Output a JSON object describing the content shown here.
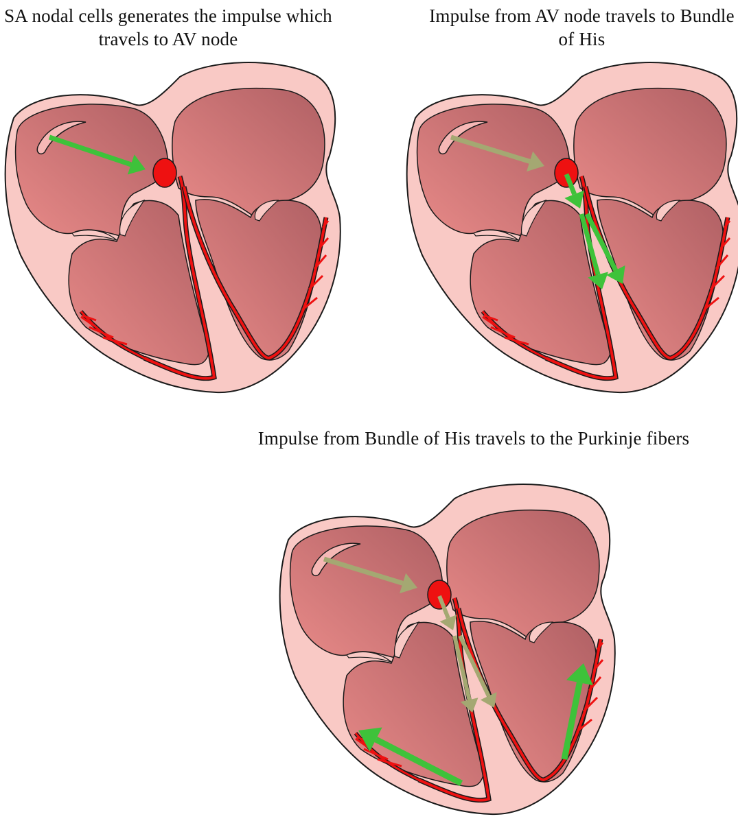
{
  "panels": [
    {
      "caption": "SA nodal cells generates the impulse which travels to AV node",
      "stage": 1
    },
    {
      "caption": "Impulse from AV node travels to Bundle of His",
      "stage": 2
    },
    {
      "caption": "Impulse from Bundle of His travels to the Purkinje fibers",
      "stage": 3
    }
  ],
  "colors": {
    "pericardium": "#f9c9c5",
    "outline": "#1a1a1a",
    "chamber_light": "#e88a88",
    "chamber_dark": "#b06064",
    "conduction": "#ee1111",
    "arrow_active": "#3ec23a",
    "arrow_faded": "#a4a872"
  }
}
